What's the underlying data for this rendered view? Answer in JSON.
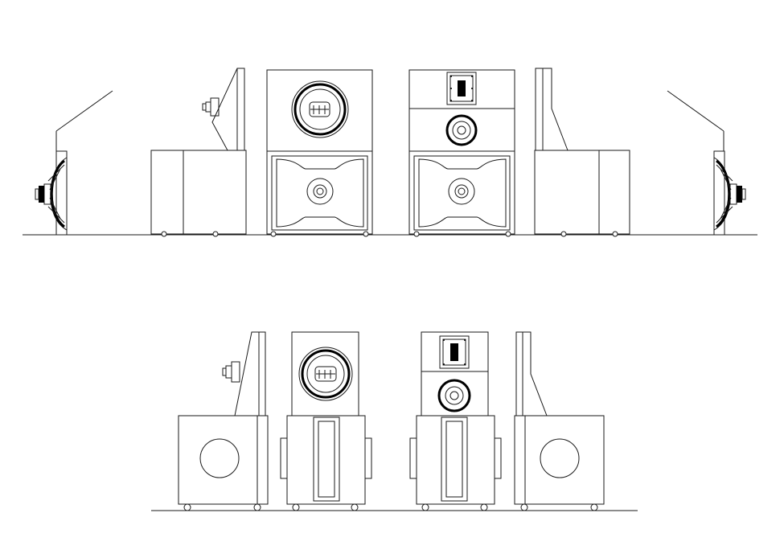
{
  "colors": {
    "background": "#ffffff",
    "line": "#1a1a1a"
  },
  "views": {
    "top_row": [
      "woofer-side-view-left",
      "cabinet-side-view-left",
      "front-view-horn-left",
      "front-view-horn-right",
      "cabinet-side-view-right",
      "woofer-side-view-right"
    ],
    "bottom_row": [
      "cabinet-side-view-left",
      "rear-view-left",
      "rear-view-right",
      "cabinet-side-view-right"
    ]
  }
}
